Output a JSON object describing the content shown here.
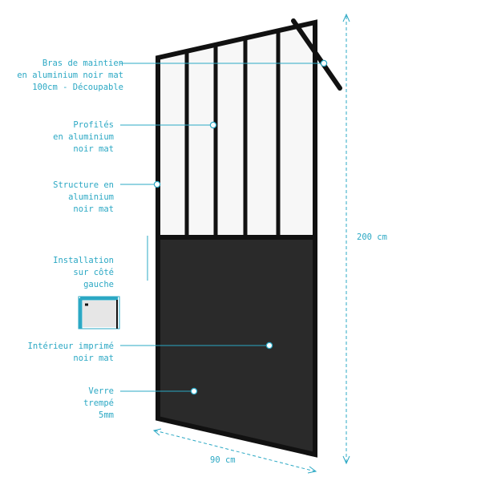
{
  "colors": {
    "accent": "#2ba8c4",
    "frame": "#111111",
    "glass_dark": "#2a2a2a",
    "glass_light": "#f7f7f7"
  },
  "callouts": {
    "bras": [
      "Bras de maintien",
      "en aluminium noir mat",
      "100cm - Découpable"
    ],
    "profiles": [
      "Profilés",
      "en aluminium",
      "noir mat"
    ],
    "structure": [
      "Structure en",
      "aluminium",
      "noir mat"
    ],
    "installation": [
      "Installation",
      "sur côté",
      "gauche"
    ],
    "interieur": [
      "Intérieur imprimé",
      "noir mat"
    ],
    "verre": [
      "Verre",
      "trempé",
      "5mm"
    ]
  },
  "dimensions": {
    "height": "200 cm",
    "width": "90 cm"
  }
}
